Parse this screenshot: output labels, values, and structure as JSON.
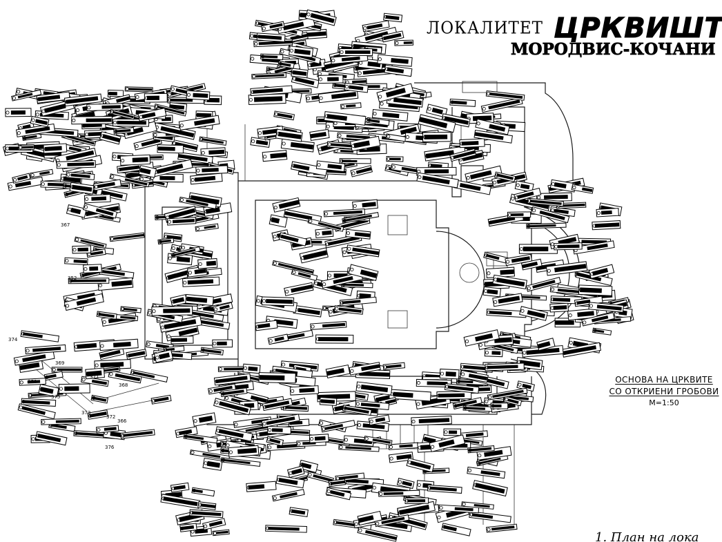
{
  "title": {
    "site_label": "ЛОКАЛИТЕТ",
    "site_name": "ЦРКВИШТЕ",
    "location": "МОРОДВИС-КОЧАНИ"
  },
  "plan_caption": {
    "line1": "ОСНОВА НА ЦРКВИТЕ",
    "line2": "СО ОТКРИЕНИ ГРОБОВИ",
    "scale": "M=1:50"
  },
  "figure_caption": "1. План на лока",
  "grave_labels": [
    "367",
    "352",
    "374",
    "369",
    "370",
    "371",
    "375",
    "376",
    "373",
    "366",
    "368",
    "372"
  ]
}
